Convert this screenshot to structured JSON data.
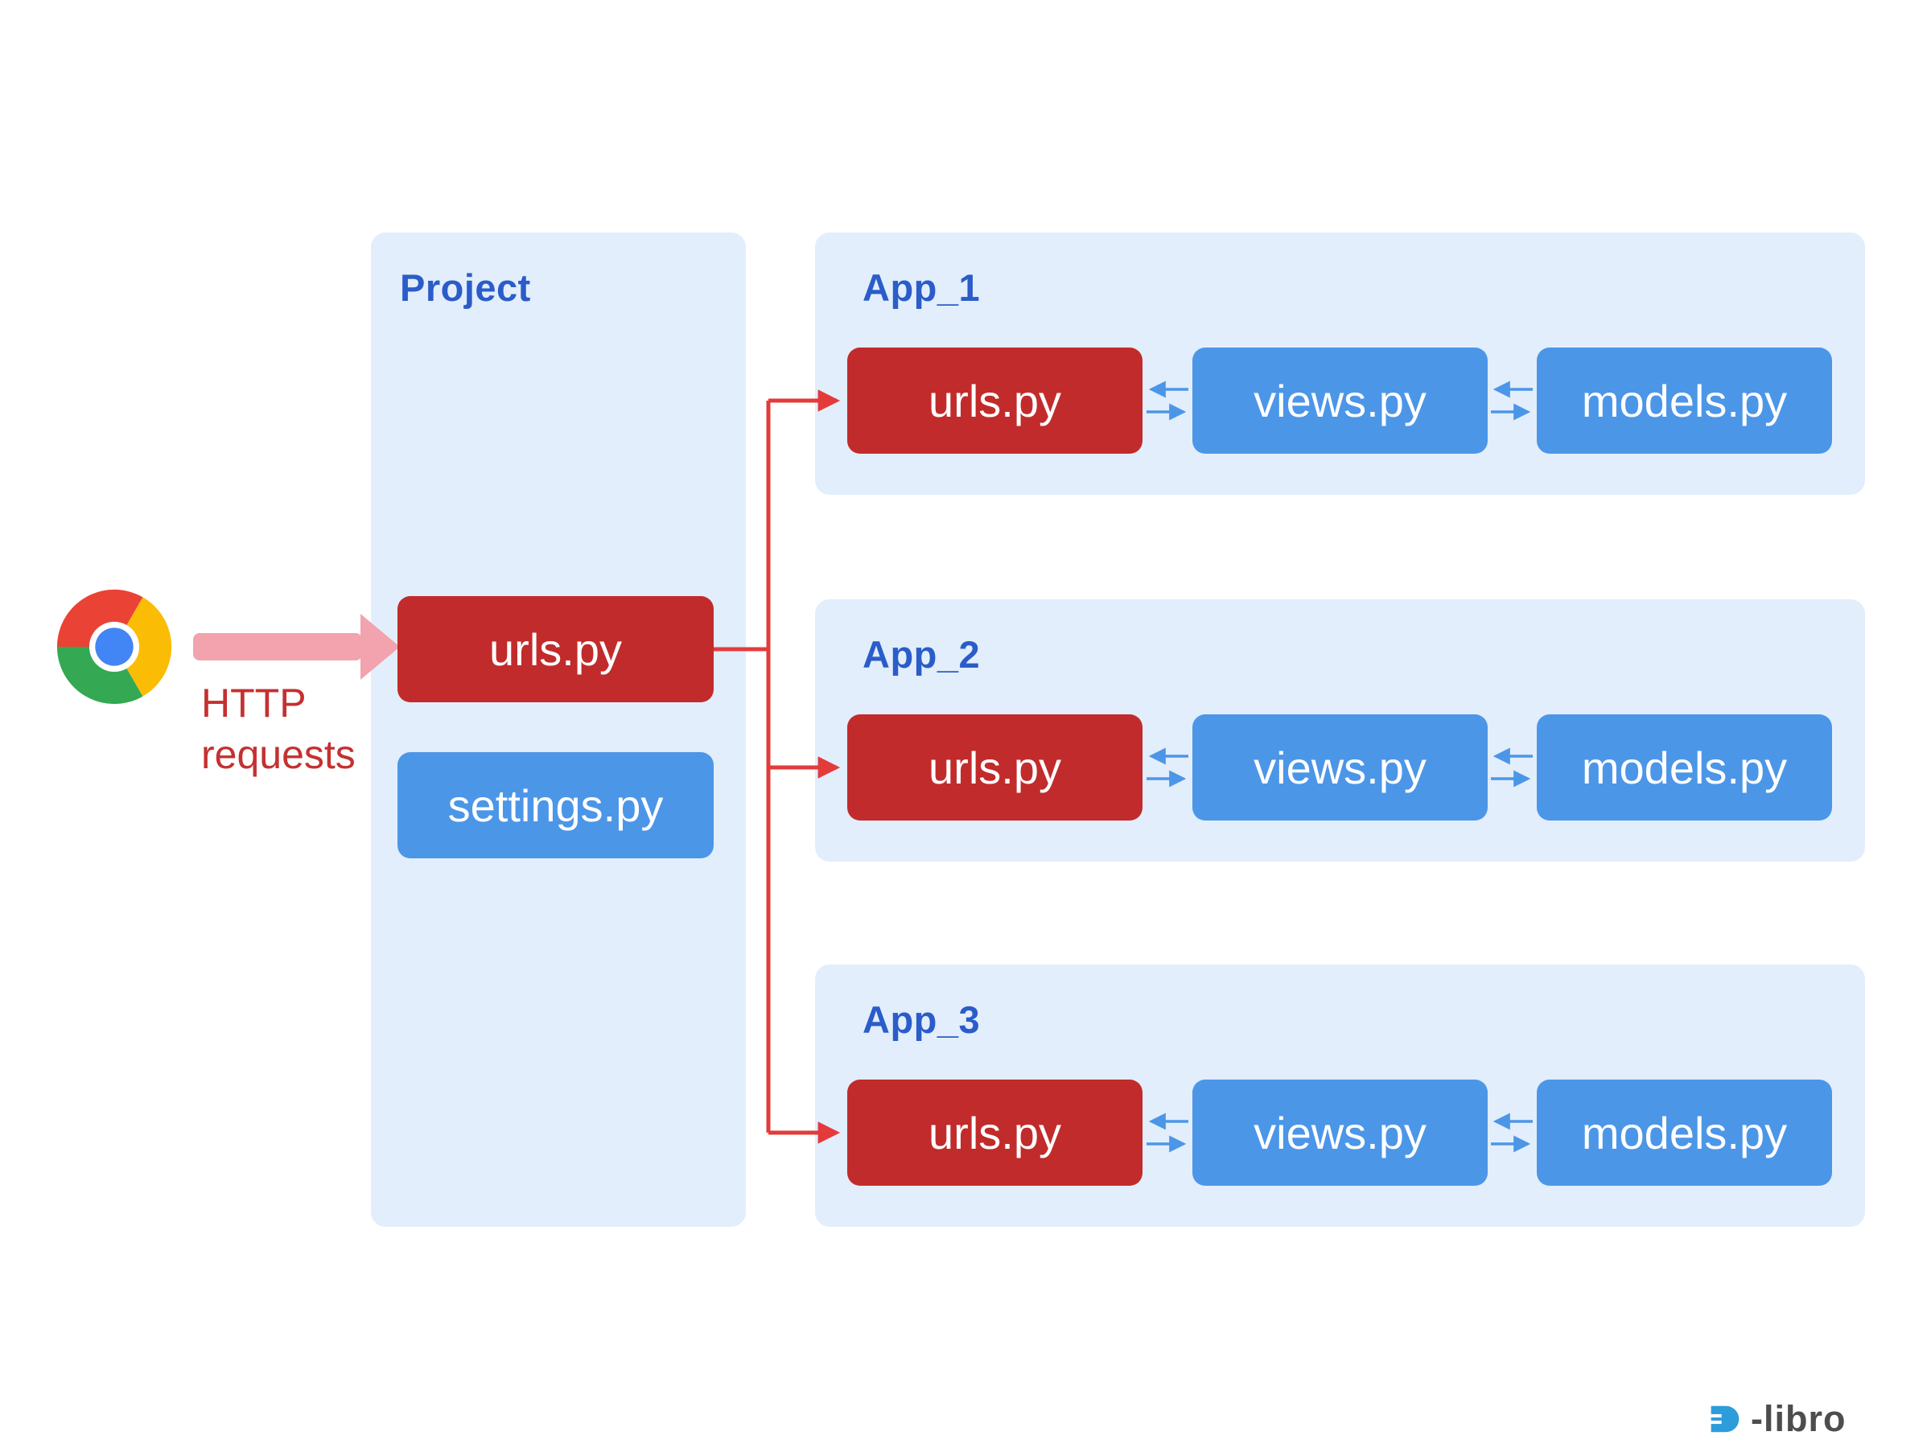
{
  "diagram": {
    "browser": {
      "icon": "chrome-icon",
      "label_line1": "HTTP",
      "label_line2": "requests"
    },
    "project": {
      "title": "Project",
      "files": {
        "urls": "urls.py",
        "settings": "settings.py"
      }
    },
    "apps": [
      {
        "title": "App_1",
        "files": {
          "urls": "urls.py",
          "views": "views.py",
          "models": "models.py"
        }
      },
      {
        "title": "App_2",
        "files": {
          "urls": "urls.py",
          "views": "views.py",
          "models": "models.py"
        }
      },
      {
        "title": "App_3",
        "files": {
          "urls": "urls.py",
          "views": "views.py",
          "models": "models.py"
        }
      }
    ],
    "colors": {
      "panel_bg": "#E2EEFB",
      "red_box": "#C22B2B",
      "blue_box": "#4C96E8",
      "title_text": "#2B5CC9",
      "connector_red": "#E33B3B",
      "connector_blue": "#4C96E8",
      "request_arrow_pink": "#F2A3AD",
      "http_label_red": "#C53030"
    }
  },
  "watermark": {
    "brand": "-libro"
  }
}
